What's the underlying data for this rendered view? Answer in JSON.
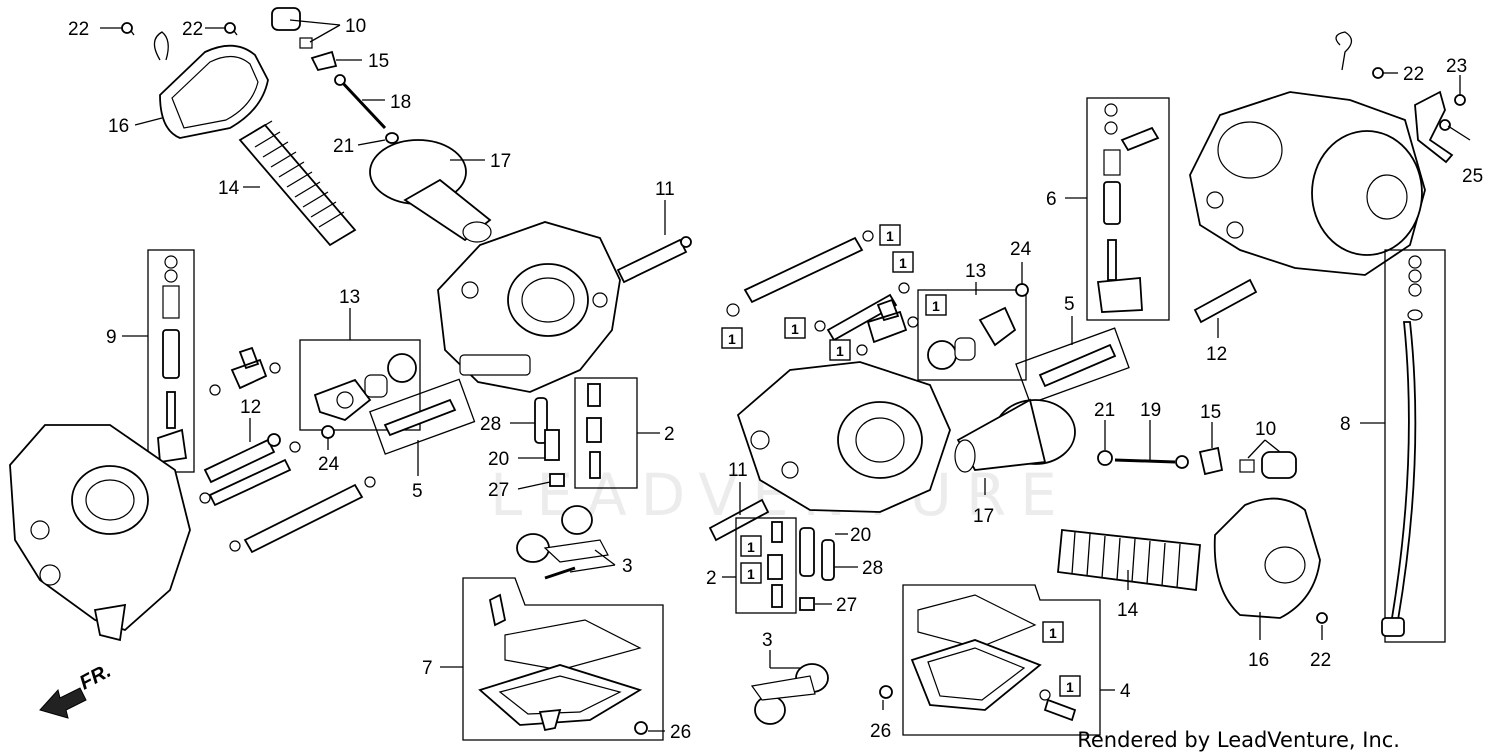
{
  "diagram": {
    "direction_label": "FR.",
    "watermark": "LEADVENTURE",
    "credit": "Rendered by LeadVenture, Inc.",
    "callouts": [
      {
        "id": "c-22-a",
        "text": "22"
      },
      {
        "id": "c-22-b",
        "text": "22"
      },
      {
        "id": "c-10-a",
        "text": "10"
      },
      {
        "id": "c-15-a",
        "text": "15"
      },
      {
        "id": "c-18",
        "text": "18"
      },
      {
        "id": "c-16-a",
        "text": "16"
      },
      {
        "id": "c-21-a",
        "text": "21"
      },
      {
        "id": "c-17-a",
        "text": "17"
      },
      {
        "id": "c-14-a",
        "text": "14"
      },
      {
        "id": "c-11-a",
        "text": "11"
      },
      {
        "id": "c-9",
        "text": "9"
      },
      {
        "id": "c-13-a",
        "text": "13"
      },
      {
        "id": "c-12-a",
        "text": "12"
      },
      {
        "id": "c-24-a",
        "text": "24"
      },
      {
        "id": "c-5-a",
        "text": "5"
      },
      {
        "id": "c-28-a",
        "text": "28"
      },
      {
        "id": "c-20-a",
        "text": "20"
      },
      {
        "id": "c-27-a",
        "text": "27"
      },
      {
        "id": "c-2-a",
        "text": "2"
      },
      {
        "id": "c-3-a",
        "text": "3"
      },
      {
        "id": "c-7",
        "text": "7"
      },
      {
        "id": "c-26-a",
        "text": "26"
      },
      {
        "id": "c-13-b",
        "text": "13"
      },
      {
        "id": "c-24-b",
        "text": "24"
      },
      {
        "id": "c-6",
        "text": "6"
      },
      {
        "id": "c-22-c",
        "text": "22"
      },
      {
        "id": "c-23",
        "text": "23"
      },
      {
        "id": "c-25",
        "text": "25"
      },
      {
        "id": "c-12-b",
        "text": "12"
      },
      {
        "id": "c-5-b",
        "text": "5"
      },
      {
        "id": "c-21-b",
        "text": "21"
      },
      {
        "id": "c-19",
        "text": "19"
      },
      {
        "id": "c-15-b",
        "text": "15"
      },
      {
        "id": "c-10-b",
        "text": "10"
      },
      {
        "id": "c-8",
        "text": "8"
      },
      {
        "id": "c-11-b",
        "text": "11"
      },
      {
        "id": "c-17-b",
        "text": "17"
      },
      {
        "id": "c-20-b",
        "text": "20"
      },
      {
        "id": "c-28-b",
        "text": "28"
      },
      {
        "id": "c-2-b",
        "text": "2"
      },
      {
        "id": "c-27-b",
        "text": "27"
      },
      {
        "id": "c-14-b",
        "text": "14"
      },
      {
        "id": "c-16-b",
        "text": "16"
      },
      {
        "id": "c-22-d",
        "text": "22"
      },
      {
        "id": "c-3-b",
        "text": "3"
      },
      {
        "id": "c-26-b",
        "text": "26"
      },
      {
        "id": "c-4",
        "text": "4"
      }
    ],
    "ref_marks": [
      {
        "id": "r1",
        "text": "1"
      },
      {
        "id": "r2",
        "text": "1"
      },
      {
        "id": "r3",
        "text": "1"
      },
      {
        "id": "r4",
        "text": "1"
      },
      {
        "id": "r5",
        "text": "1"
      },
      {
        "id": "r6",
        "text": "1"
      },
      {
        "id": "r7",
        "text": "1"
      },
      {
        "id": "r8",
        "text": "1"
      },
      {
        "id": "r9",
        "text": "1"
      },
      {
        "id": "r10",
        "text": "1"
      }
    ]
  }
}
